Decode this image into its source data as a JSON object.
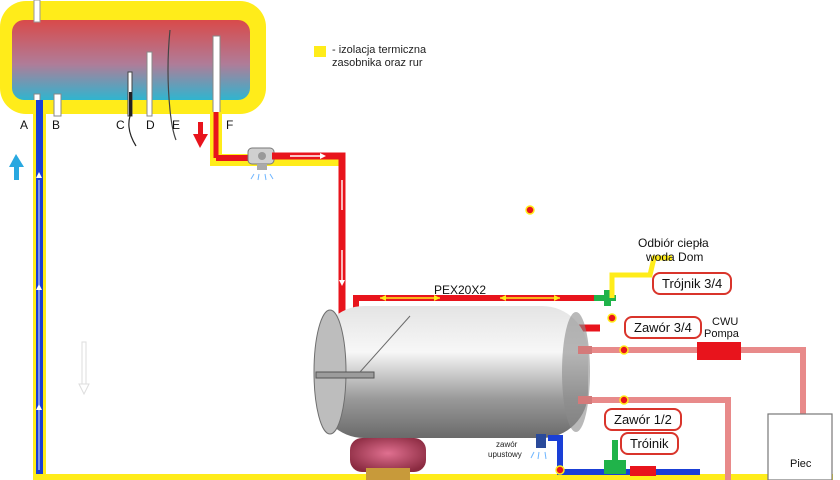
{
  "legend": {
    "swatch_color": "#ffec1a",
    "text": "- izolacja termiczna\nzasobnika oraz rur"
  },
  "tank_ports": [
    "A",
    "B",
    "C",
    "D",
    "E",
    "F"
  ],
  "labels": {
    "pex": "PEX20X2",
    "heat_draw_line1": "Odbiór ciepła",
    "heat_draw_line2": "woda Dom",
    "tee_3_4": "Trójnik 3/4",
    "valve_3_4": "Zawór 3/4",
    "cwu_line1": "CWU",
    "cwu_line2": "Pompa",
    "valve_1_2": "Zawór 1/2",
    "tee_small": "Tróinik",
    "drain_line1": "zawór",
    "drain_line2": "upustowy",
    "boiler": "Piec"
  },
  "colors": {
    "hot": "#e8141c",
    "cold": "#1a3fd6",
    "insulation": "#ffec1a",
    "pink_pipe": "#e88a8a",
    "callout_border": "#d9342b",
    "flow_up_arrow": "#29a8e0",
    "flow_down_arrow": "#e8141c"
  }
}
